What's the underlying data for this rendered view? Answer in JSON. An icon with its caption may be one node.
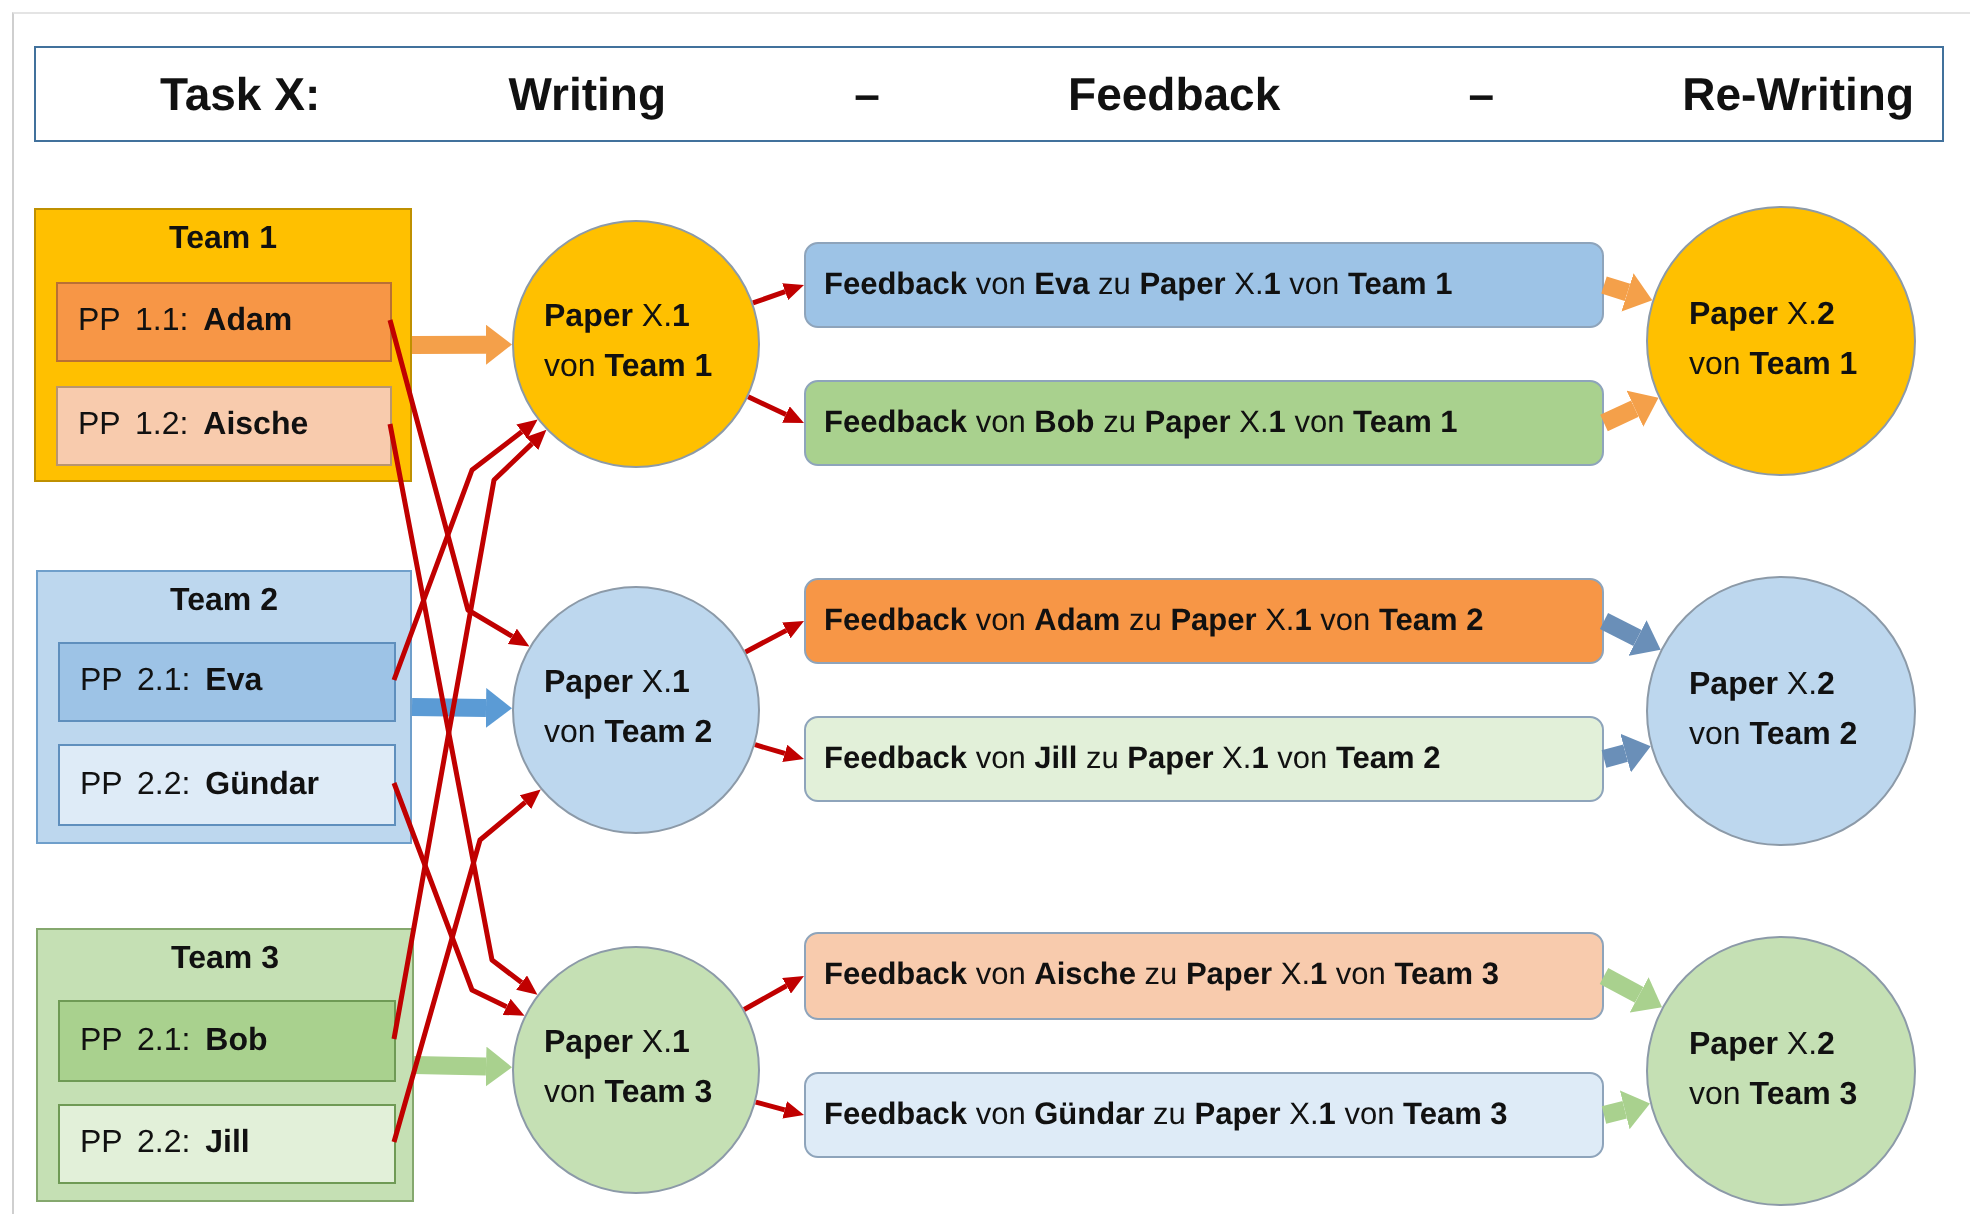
{
  "diagram": {
    "nodes": [
      {
        "text": [
          "Task X:",
          "Writing",
          "–",
          "Feedback",
          "–",
          "Re-Writing"
        ]
      },
      {
        "text": [
          "Team 1"
        ]
      },
      {
        "text": [
          "PP 1.1: **Adam**"
        ],
        "in": 1
      },
      {
        "text": [
          "PP 1.2: **Aische**"
        ],
        "in": 1
      },
      {
        "text": [
          "Team 2"
        ]
      },
      {
        "text": [
          "PP 2.1: **Eva**"
        ],
        "in": 4
      },
      {
        "text": [
          "PP 2.2: **Gündar**"
        ],
        "in": 4
      },
      {
        "text": [
          "Team 3"
        ]
      },
      {
        "text": [
          "PP 2.1: **Bob**"
        ],
        "in": 7
      },
      {
        "text": [
          "PP 2.2: **Jill**"
        ],
        "in": 7
      },
      {
        "text": [
          "**Paper** X.**1** von **Team 1**"
        ]
      },
      {
        "text": [
          "**Paper** X.**1** von **Team 2**"
        ]
      },
      {
        "text": [
          "**Paper** X.**1** von **Team 3**"
        ]
      },
      {
        "text": [
          "**Feedback** von **Eva** zu **Paper** X.**1** von **Team 1**"
        ]
      },
      {
        "text": [
          "**Feedback** von **Bob** zu **Paper** X.**1** von **Team 1**"
        ]
      },
      {
        "text": [
          "**Feedback** von **Adam** zu **Paper** X.**1** von **Team 2**"
        ]
      },
      {
        "text": [
          "**Feedback** von **Jill** zu **Paper** X.**1** von **Team 2**"
        ]
      },
      {
        "text": [
          "**Feedback** von **Aische** zu **Paper** X.**1** von **Team 3**"
        ]
      },
      {
        "text": [
          "**Feedback** von **Gündar** zu **Paper** X.**1** von **Team 3**"
        ]
      },
      {
        "text": [
          "**Paper** X.**2** von **Team 1**"
        ]
      },
      {
        "text": [
          "**Paper** X.**2** von **Team 2**"
        ]
      },
      {
        "text": [
          "**Paper** X.**2** von **Team 3**"
        ]
      }
    ],
    "edges": [
      {
        "from": 1,
        "to": 10,
        "arrow": "to",
        "style": "thick",
        "color": "#f4a04a"
      },
      {
        "from": 4,
        "to": 11,
        "arrow": "to",
        "style": "thick",
        "color": "#5b9bd5"
      },
      {
        "from": 7,
        "to": 12,
        "arrow": "to",
        "style": "thick",
        "color": "#a9d18e"
      },
      {
        "from": 2,
        "to": 11,
        "arrow": "to"
      },
      {
        "from": 3,
        "to": 12,
        "arrow": "to"
      },
      {
        "from": 5,
        "to": 10,
        "arrow": "to"
      },
      {
        "from": 6,
        "to": 12,
        "arrow": "to"
      },
      {
        "from": 8,
        "to": 10,
        "arrow": "to"
      },
      {
        "from": 9,
        "to": 11,
        "arrow": "to"
      },
      {
        "from": 10,
        "to": 13,
        "arrow": "to"
      },
      {
        "from": 10,
        "to": 14,
        "arrow": "to"
      },
      {
        "from": 11,
        "to": 15,
        "arrow": "to"
      },
      {
        "from": 11,
        "to": 16,
        "arrow": "to"
      },
      {
        "from": 12,
        "to": 17,
        "arrow": "to"
      },
      {
        "from": 12,
        "to": 18,
        "arrow": "to"
      },
      {
        "from": 13,
        "to": 19,
        "arrow": "to",
        "style": "thick",
        "color": "#f4a04a"
      },
      {
        "from": 14,
        "to": 19,
        "arrow": "to",
        "style": "thick",
        "color": "#f4a04a"
      },
      {
        "from": 15,
        "to": 20,
        "arrow": "to",
        "style": "thick",
        "color": "#6a8fb8"
      },
      {
        "from": 16,
        "to": 20,
        "arrow": "to",
        "style": "thick",
        "color": "#6a8fb8"
      },
      {
        "from": 17,
        "to": 21,
        "arrow": "to",
        "style": "thick",
        "color": "#a9d18e"
      },
      {
        "from": 18,
        "to": 21,
        "arrow": "to",
        "style": "thick",
        "color": "#a9d18e"
      }
    ]
  }
}
